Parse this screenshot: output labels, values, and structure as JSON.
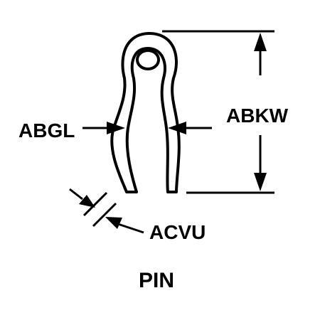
{
  "diagram": {
    "title": "PIN",
    "labels": {
      "wire_width": "ABGL",
      "overall_length": "ABKW",
      "wire_diameter": "ACVU"
    }
  },
  "colors": {
    "line": "#000000",
    "background": "#ffffff"
  }
}
